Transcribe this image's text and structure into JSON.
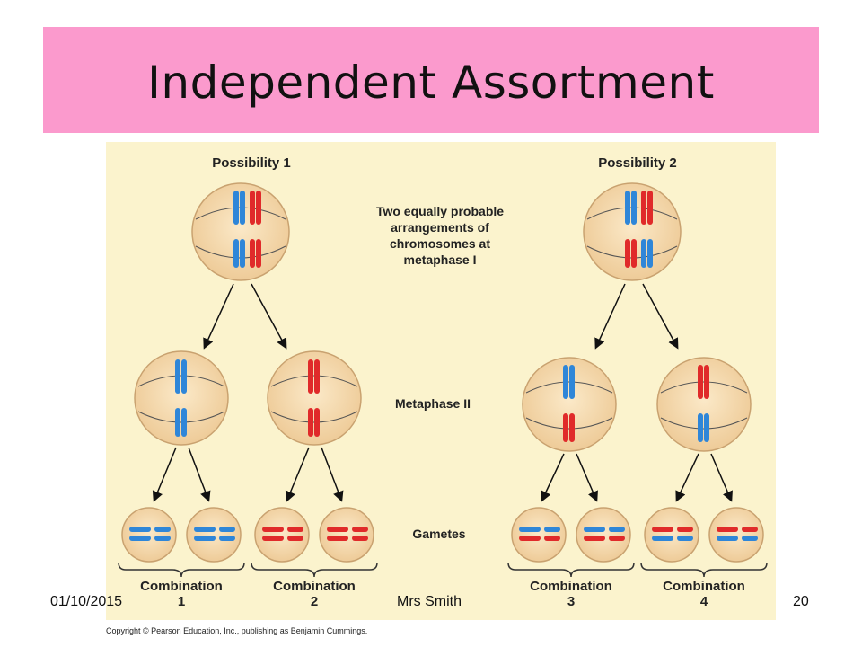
{
  "slide": {
    "title": "Independent Assortment",
    "footer_date": "01/10/2015",
    "footer_author": "Mrs Smith",
    "page_number": "20"
  },
  "figure": {
    "possibility_1": "Possibility 1",
    "possibility_2": "Possibility 2",
    "arrangement_note": [
      "Two equally probable",
      "arrangements of",
      "chromosomes at",
      "metaphase I"
    ],
    "metaphase_2_label": "Metaphase II",
    "gametes_label": "Gametes",
    "combination_word": "Combination",
    "combination_numbers": [
      "1",
      "2",
      "3",
      "4"
    ],
    "copyright": "Copyright © Pearson Education, Inc., publishing as Benjamin Cummings.",
    "colors": {
      "maternal": "#2f86d8",
      "paternal": "#e02a2a",
      "cell": "#f3d6a8",
      "background": "#fbf3cd",
      "title_bar": "#fb9acd"
    }
  }
}
